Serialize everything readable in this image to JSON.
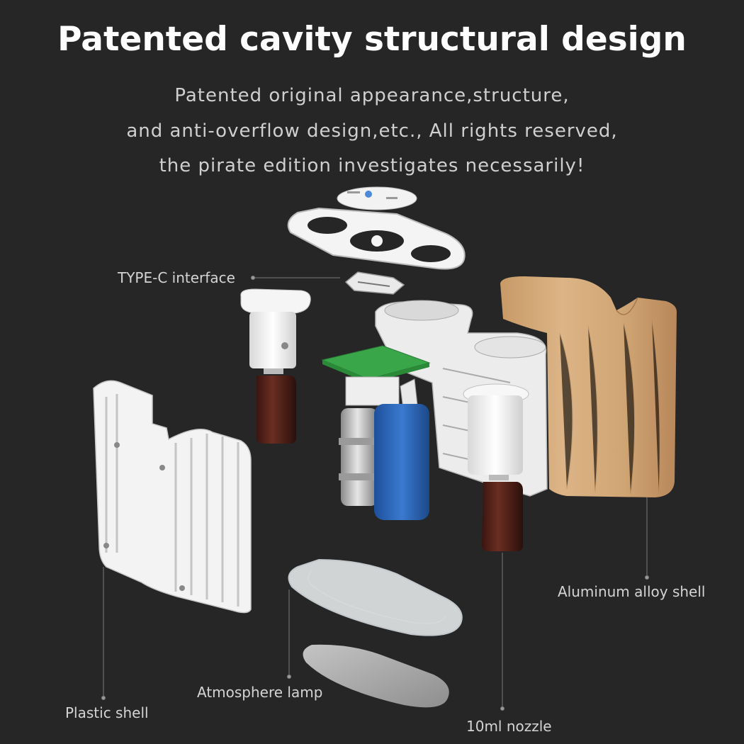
{
  "header": {
    "title": "Patented cavity structural design",
    "subtitle_lines": [
      "Patented original appearance,structure,",
      "and anti-overflow design,etc., All rights reserved,",
      "the pirate edition investigates necessarily!"
    ]
  },
  "callouts": {
    "type_c": "TYPE-C interface",
    "aluminum": "Aluminum alloy shell",
    "atmosphere": "Atmosphere lamp",
    "plastic": "Plastic shell",
    "nozzle": "10ml nozzle"
  },
  "colors": {
    "background": "#262626",
    "wood": "#d2a878",
    "pcb": "#3aa64a",
    "battery_blue": "#2862b8",
    "bottle_brown": "#4a1e17"
  }
}
